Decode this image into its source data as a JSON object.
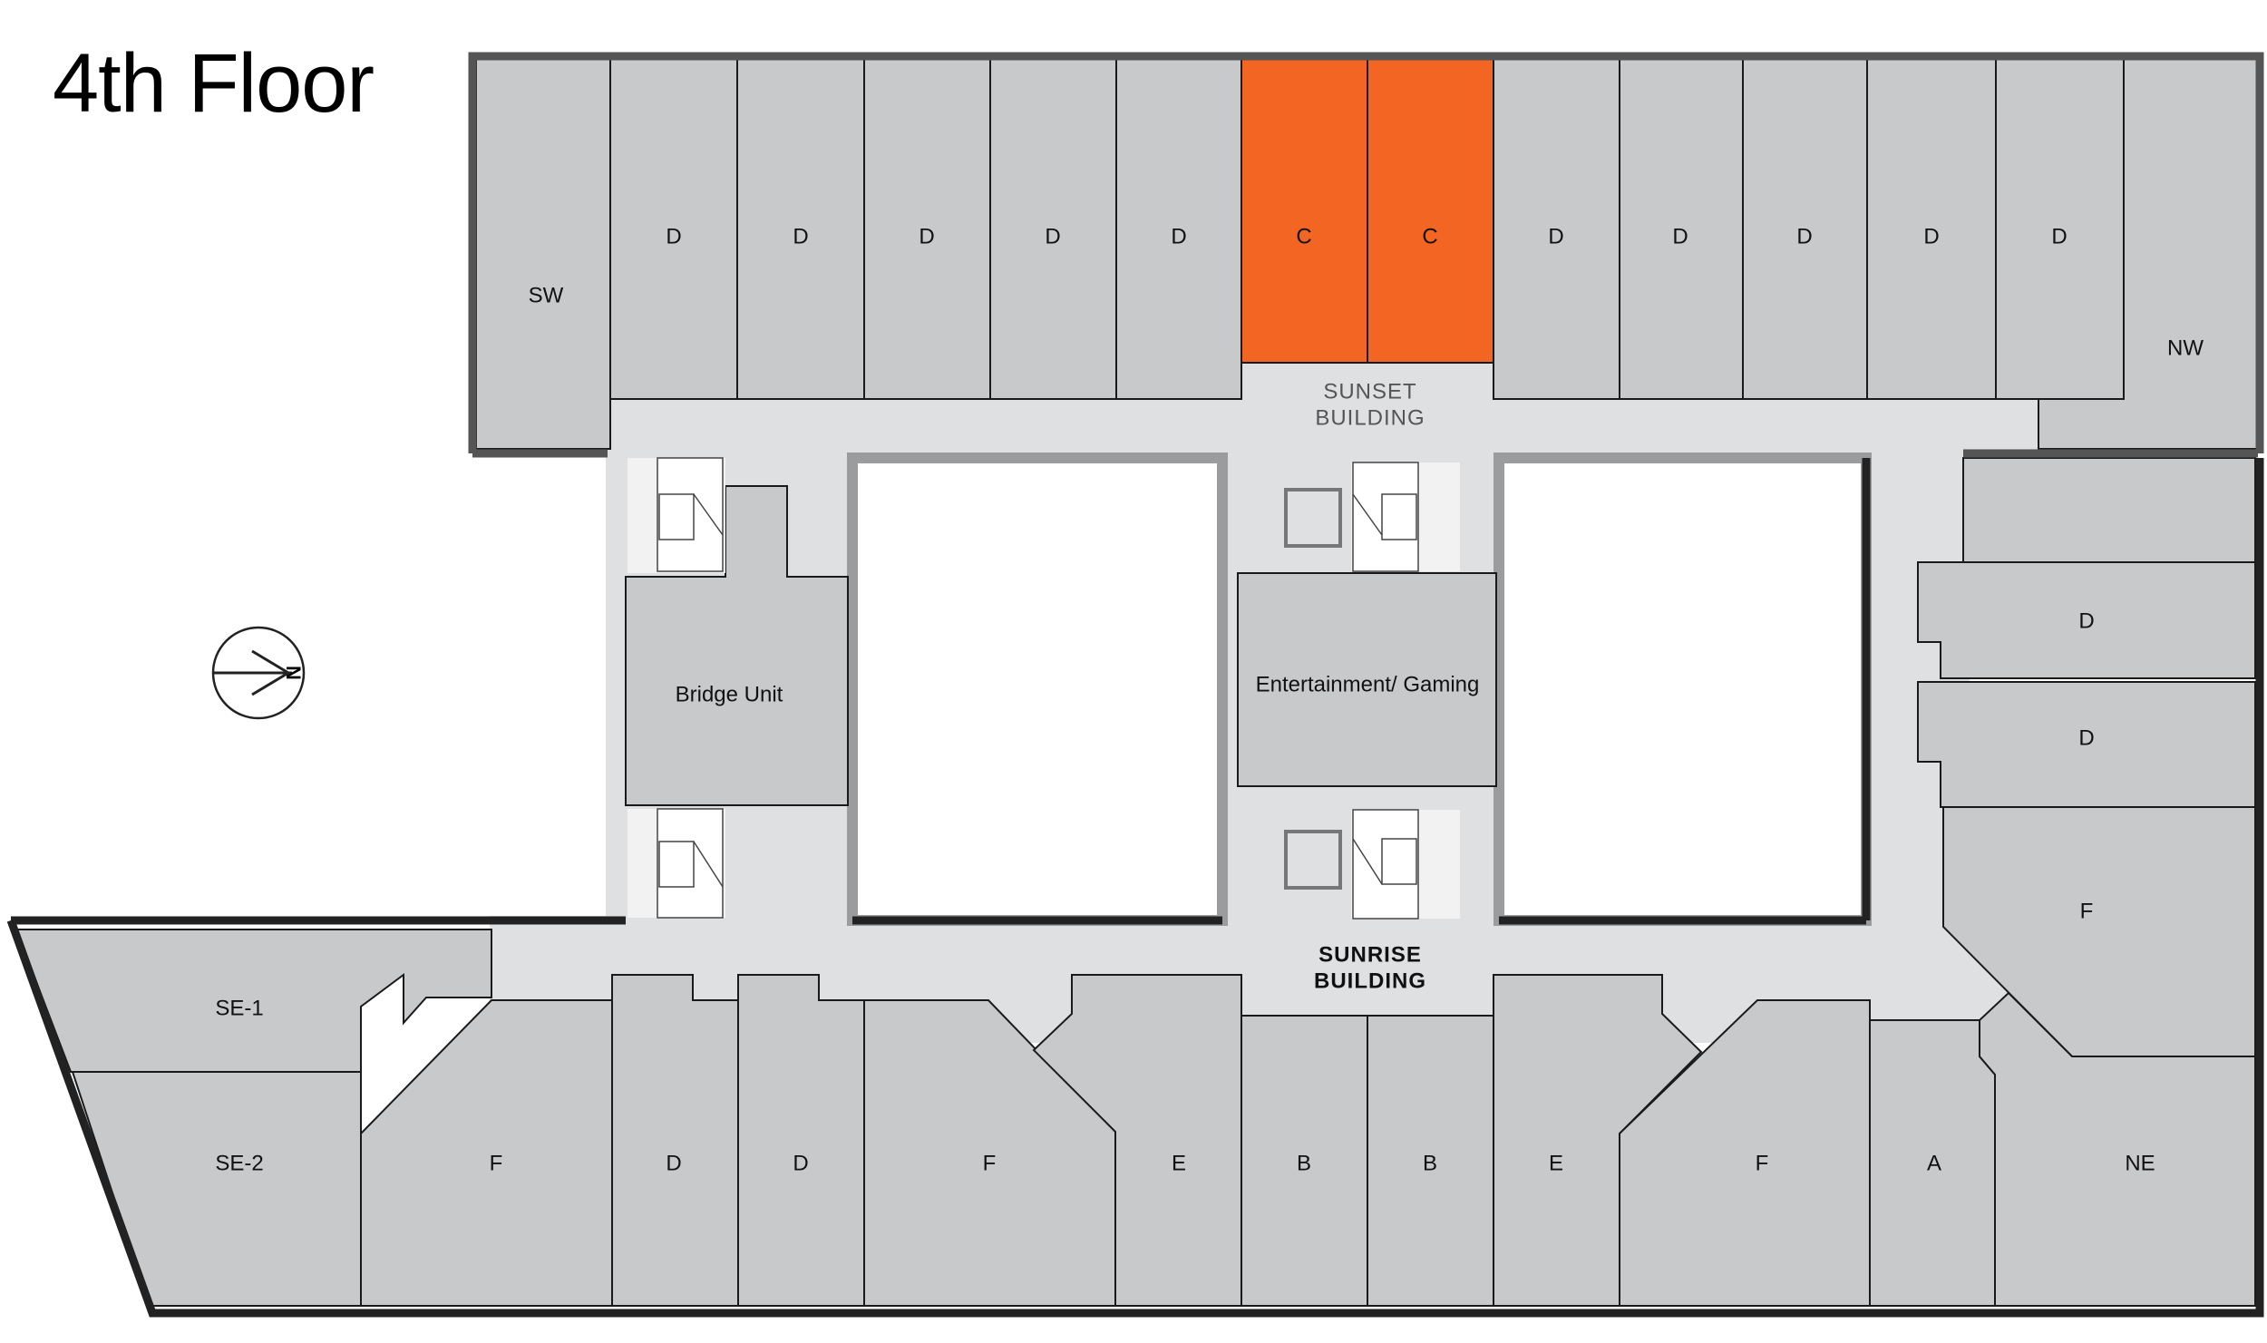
{
  "title": "4th Floor",
  "colors": {
    "unit_fill": "#c8c9cb",
    "highlight": "#f26522",
    "corridor": "#dfe0e2",
    "wall": "#222222"
  },
  "compass": {
    "icon": "north-arrow-icon",
    "letter": "N"
  },
  "buildings": {
    "sunset": [
      "SUNSET",
      "BUILDING"
    ],
    "sunrise": [
      "SUNRISE",
      "BUILDING"
    ]
  },
  "amenities": {
    "bridge_unit": "Bridge Unit",
    "entertainment": "Entertainment/ Gaming"
  },
  "units": {
    "top": [
      "SW",
      "D",
      "D",
      "D",
      "D",
      "D",
      "C",
      "C",
      "D",
      "D",
      "D",
      "D",
      "D",
      "NW"
    ],
    "right": [
      "D",
      "D",
      "F"
    ],
    "bottom": [
      "SE-1",
      "SE-2",
      "F",
      "D",
      "D",
      "F",
      "E",
      "B",
      "B",
      "E",
      "F",
      "A",
      "NE"
    ]
  },
  "highlighted_units": [
    6,
    7
  ]
}
